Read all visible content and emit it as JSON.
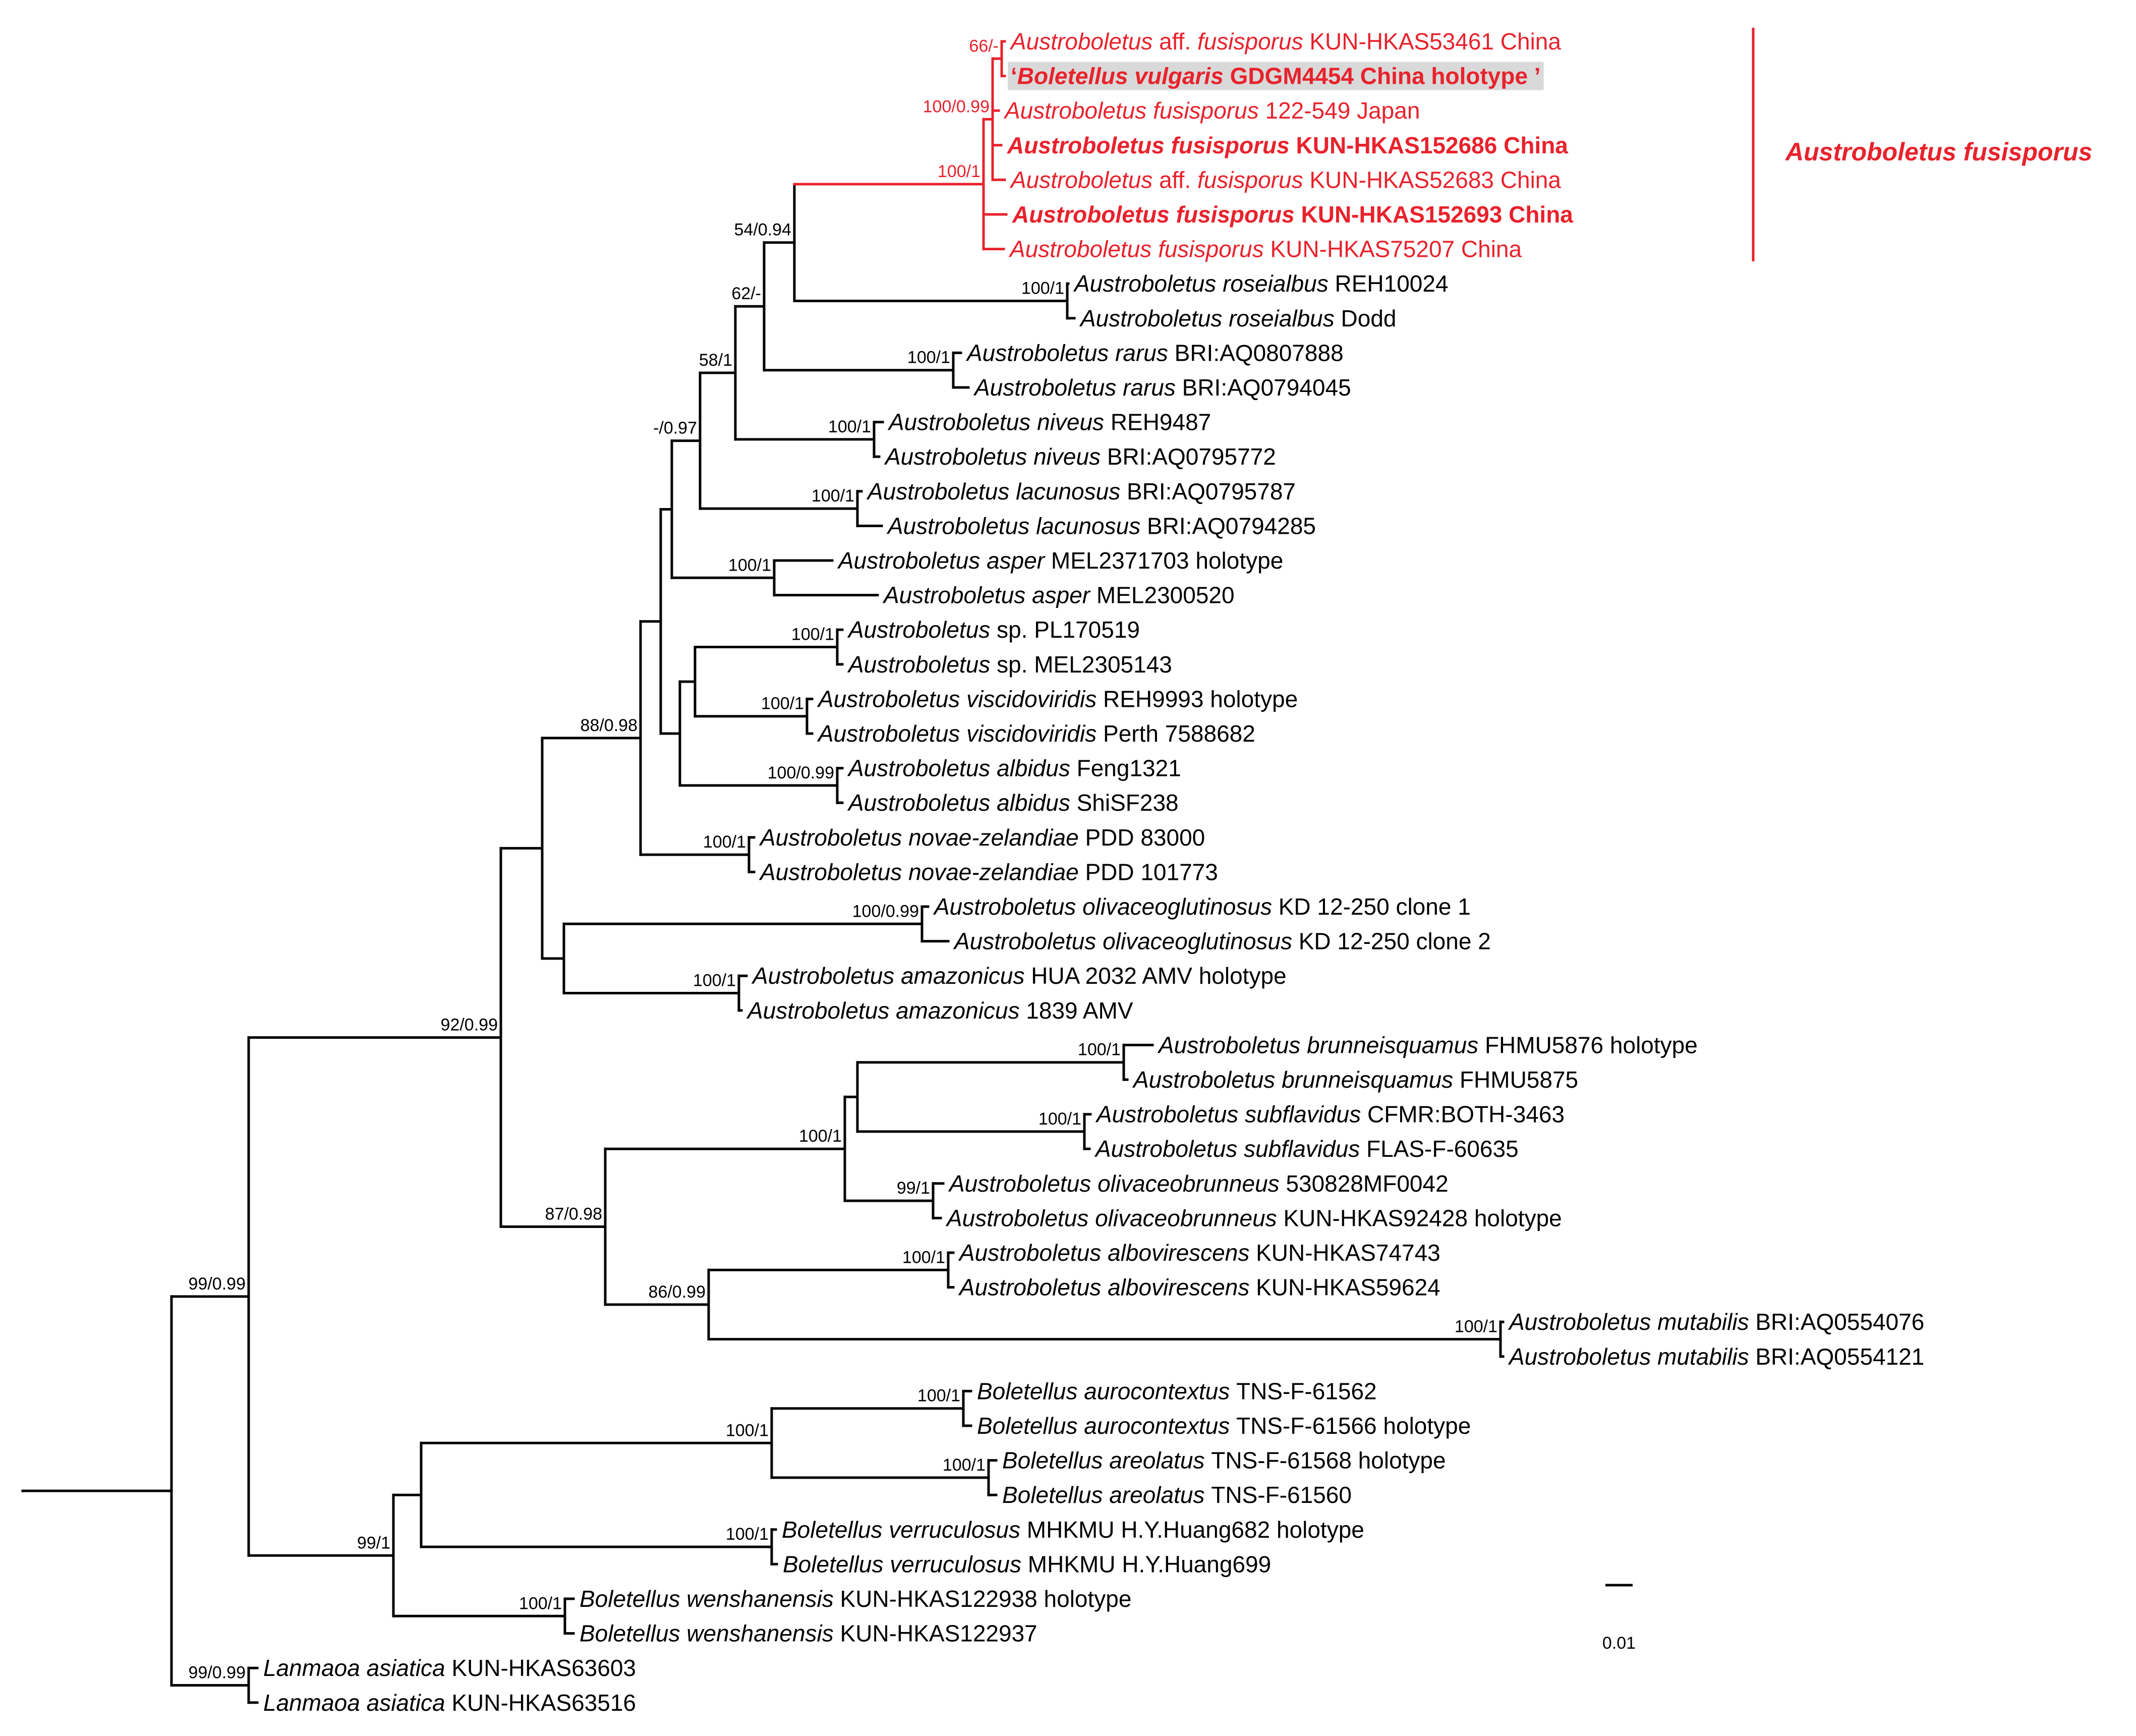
{
  "colors": {
    "default": "#000000",
    "highlight": "#e8222c",
    "holotype_bg": "#d9d9d9"
  },
  "clade_label": "Austroboletus fusisporus",
  "scale_bar": {
    "label": "0.01"
  },
  "taxa": [
    {
      "genus": "Austroboletus",
      "species": "aff. fusisporus",
      "voucher": "KUN-HKAS53461 China",
      "red": true,
      "bold": false
    },
    {
      "genus": "Boletellus",
      "species": "vulgaris",
      "voucher": "GDGM4454 China holotype",
      "red": true,
      "bold": true,
      "boxed": true,
      "prefix": "‘",
      "suffix": " ’"
    },
    {
      "genus": "Austroboletus",
      "species": "fusisporus",
      "voucher": "122-549 Japan",
      "red": true,
      "bold": false
    },
    {
      "genus": "Austroboletus",
      "species": "fusisporus",
      "voucher": "KUN-HKAS152686 China",
      "red": true,
      "bold": true
    },
    {
      "genus": "Austroboletus",
      "species": "aff. fusisporus",
      "voucher": "KUN-HKAS52683 China",
      "red": true,
      "bold": false
    },
    {
      "genus": "Austroboletus",
      "species": "fusisporus",
      "voucher": "KUN-HKAS152693 China",
      "red": true,
      "bold": true
    },
    {
      "genus": "Austroboletus",
      "species": "fusisporus",
      "voucher": "KUN-HKAS75207 China",
      "red": true,
      "bold": false
    },
    {
      "genus": "Austroboletus",
      "species": "roseialbus",
      "voucher": "REH10024"
    },
    {
      "genus": "Austroboletus",
      "species": "roseialbus",
      "voucher": "Dodd"
    },
    {
      "genus": "Austroboletus",
      "species": "rarus",
      "voucher": "BRI:AQ0807888"
    },
    {
      "genus": "Austroboletus",
      "species": "rarus",
      "voucher": "BRI:AQ0794045"
    },
    {
      "genus": "Austroboletus",
      "species": "niveus",
      "voucher": "REH9487"
    },
    {
      "genus": "Austroboletus",
      "species": "niveus",
      "voucher": "BRI:AQ0795772"
    },
    {
      "genus": "Austroboletus",
      "species": "lacunosus",
      "voucher": "BRI:AQ0795787"
    },
    {
      "genus": "Austroboletus",
      "species": "lacunosus",
      "voucher": "BRI:AQ0794285"
    },
    {
      "genus": "Austroboletus",
      "species": "asper",
      "voucher": "MEL2371703 holotype"
    },
    {
      "genus": "Austroboletus",
      "species": "asper",
      "voucher": "MEL2300520"
    },
    {
      "genus": "Austroboletus",
      "species": "sp.",
      "voucher": "PL170519",
      "sp_plain": true
    },
    {
      "genus": "Austroboletus",
      "species": "sp.",
      "voucher": "MEL2305143",
      "sp_plain": true
    },
    {
      "genus": "Austroboletus",
      "species": "viscidoviridis",
      "voucher": "REH9993 holotype"
    },
    {
      "genus": "Austroboletus",
      "species": "viscidoviridis",
      "voucher": "Perth 7588682"
    },
    {
      "genus": "Austroboletus",
      "species": "albidus",
      "voucher": "Feng1321"
    },
    {
      "genus": "Austroboletus",
      "species": "albidus",
      "voucher": "ShiSF238"
    },
    {
      "genus": "Austroboletus",
      "species": "novae-zelandiae",
      "voucher": "PDD 83000"
    },
    {
      "genus": "Austroboletus",
      "species": "novae-zelandiae",
      "voucher": "PDD 101773"
    },
    {
      "genus": "Austroboletus",
      "species": "olivaceoglutinosus",
      "voucher": "KD 12-250 clone 1"
    },
    {
      "genus": "Austroboletus",
      "species": "olivaceoglutinosus",
      "voucher": "KD 12-250 clone 2"
    },
    {
      "genus": "Austroboletus",
      "species": "amazonicus",
      "voucher": "HUA 2032 AMV holotype"
    },
    {
      "genus": "Austroboletus",
      "species": "amazonicus",
      "voucher": "1839 AMV"
    },
    {
      "genus": "Austroboletus",
      "species": "brunneisquamus",
      "voucher": "FHMU5876 holotype"
    },
    {
      "genus": "Austroboletus",
      "species": "brunneisquamus",
      "voucher": "FHMU5875"
    },
    {
      "genus": "Austroboletus",
      "species": "subflavidus",
      "voucher": "CFMR:BOTH-3463"
    },
    {
      "genus": "Austroboletus",
      "species": "subflavidus",
      "voucher": "FLAS-F-60635"
    },
    {
      "genus": "Austroboletus",
      "species": "olivaceobrunneus",
      "voucher": "530828MF0042"
    },
    {
      "genus": "Austroboletus",
      "species": "olivaceobrunneus",
      "voucher": "KUN-HKAS92428 holotype"
    },
    {
      "genus": "Austroboletus",
      "species": "albovirescens",
      "voucher": "KUN-HKAS74743"
    },
    {
      "genus": "Austroboletus",
      "species": "albovirescens",
      "voucher": "KUN-HKAS59624"
    },
    {
      "genus": "Austroboletus",
      "species": "mutabilis",
      "voucher": "BRI:AQ0554076"
    },
    {
      "genus": "Austroboletus",
      "species": "mutabilis",
      "voucher": "BRI:AQ0554121"
    },
    {
      "genus": "Boletellus",
      "species": "aurocontextus",
      "voucher": "TNS-F-61562"
    },
    {
      "genus": "Boletellus",
      "species": "aurocontextus",
      "voucher": "TNS-F-61566 holotype"
    },
    {
      "genus": "Boletellus",
      "species": "areolatus",
      "voucher": "TNS-F-61568 holotype"
    },
    {
      "genus": "Boletellus",
      "species": "areolatus",
      "voucher": "TNS-F-61560"
    },
    {
      "genus": "Boletellus",
      "species": "verruculosus",
      "voucher": "MHKMU H.Y.Huang682 holotype"
    },
    {
      "genus": "Boletellus",
      "species": "verruculosus",
      "voucher": "MHKMU H.Y.Huang699"
    },
    {
      "genus": "Boletellus",
      "species": "wenshanensis",
      "voucher": "KUN-HKAS122938 holotype"
    },
    {
      "genus": "Boletellus",
      "species": "wenshanensis",
      "voucher": "KUN-HKAS122937"
    },
    {
      "genus": "Lanmaoa",
      "species": "asiatica",
      "voucher": "KUN-HKAS63603"
    },
    {
      "genus": "Lanmaoa",
      "species": "asiatica",
      "voucher": "KUN-HKAS63516"
    }
  ],
  "support_values": [
    {
      "node": "n_fus_53461",
      "label": "66/-",
      "red": true
    },
    {
      "node": "n_fus_inner",
      "label": "100/0.99",
      "red": true
    },
    {
      "node": "n_fus_main",
      "label": "100/1",
      "red": true
    },
    {
      "node": "n_fus_ros",
      "label": "54/0.94"
    },
    {
      "node": "n_roseialbus",
      "label": "100/1"
    },
    {
      "node": "n_rarus_grp",
      "label": "62/-"
    },
    {
      "node": "n_rarus",
      "label": "100/1"
    },
    {
      "node": "n_niveus_grp",
      "label": "58/1"
    },
    {
      "node": "n_niveus",
      "label": "100/1"
    },
    {
      "node": "n_lac_grp",
      "label": "-/0.97"
    },
    {
      "node": "n_lacunosus",
      "label": "100/1"
    },
    {
      "node": "n_asper",
      "label": "100/1"
    },
    {
      "node": "n_sp",
      "label": "100/1"
    },
    {
      "node": "n_viscidoviridis",
      "label": "100/1"
    },
    {
      "node": "n_albidus",
      "label": "100/0.99"
    },
    {
      "node": "n_aus_core",
      "label": "88/0.98"
    },
    {
      "node": "n_novae",
      "label": "100/1"
    },
    {
      "node": "n_olivaceoglutinosus",
      "label": "100/0.99"
    },
    {
      "node": "n_amazonicus",
      "label": "100/1"
    },
    {
      "node": "n_aus_all",
      "label": "92/0.99"
    },
    {
      "node": "n_brunneisquamus",
      "label": "100/1"
    },
    {
      "node": "n_subflavidus",
      "label": "100/1"
    },
    {
      "node": "n_bru_grp",
      "label": "100/1"
    },
    {
      "node": "n_olivaceobrunneus",
      "label": "99/1"
    },
    {
      "node": "n_alb_mut_grp_parent",
      "label": "87/0.98"
    },
    {
      "node": "n_albovirescens",
      "label": "100/1"
    },
    {
      "node": "n_alb_mut",
      "label": "86/0.99"
    },
    {
      "node": "n_mutabilis",
      "label": "100/1"
    },
    {
      "node": "n_aurocontextus",
      "label": "100/1"
    },
    {
      "node": "n_aur_are",
      "label": "100/1"
    },
    {
      "node": "n_areolatus",
      "label": "100/1"
    },
    {
      "node": "n_verruculosus",
      "label": "100/1"
    },
    {
      "node": "n_boletellus",
      "label": "99/1"
    },
    {
      "node": "n_wenshanensis",
      "label": "100/1"
    },
    {
      "node": "n_ingroup",
      "label": "99/0.99"
    },
    {
      "node": "n_lanmaoa",
      "label": "99/0.99"
    }
  ]
}
